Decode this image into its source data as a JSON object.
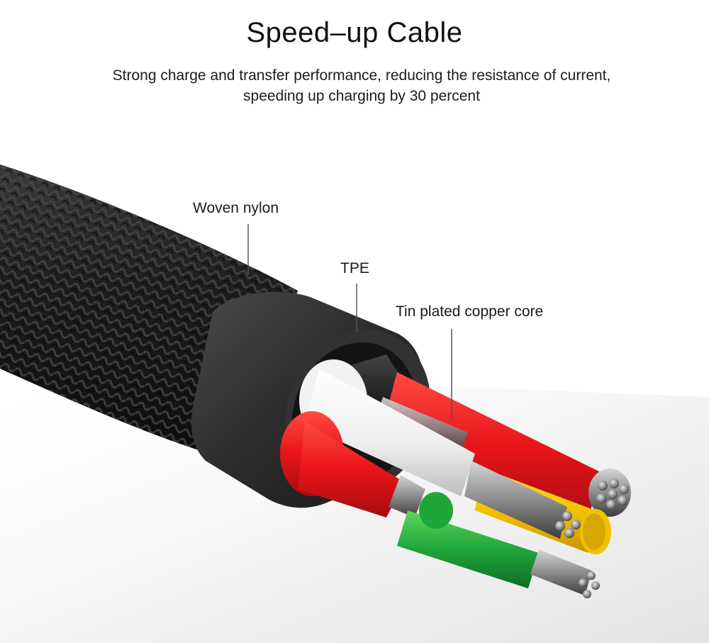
{
  "header": {
    "title": "Speed–up Cable",
    "subtitle_line1": "Strong charge and transfer performance, reducing the resistance of current,",
    "subtitle_line2": "speeding up charging by 30 percent"
  },
  "labels": {
    "woven_nylon": "Woven nylon",
    "tpe": "TPE",
    "core": "Tin plated copper core"
  },
  "colors": {
    "nylon": "#1c1c1c",
    "tpe": "#2e2e2e",
    "wire_red": "#e8141a",
    "wire_white": "#f2f2f2",
    "wire_yellow": "#f2c200",
    "wire_green": "#1fa63a",
    "wire_black": "#161616",
    "copper": "#9a9a9a"
  }
}
